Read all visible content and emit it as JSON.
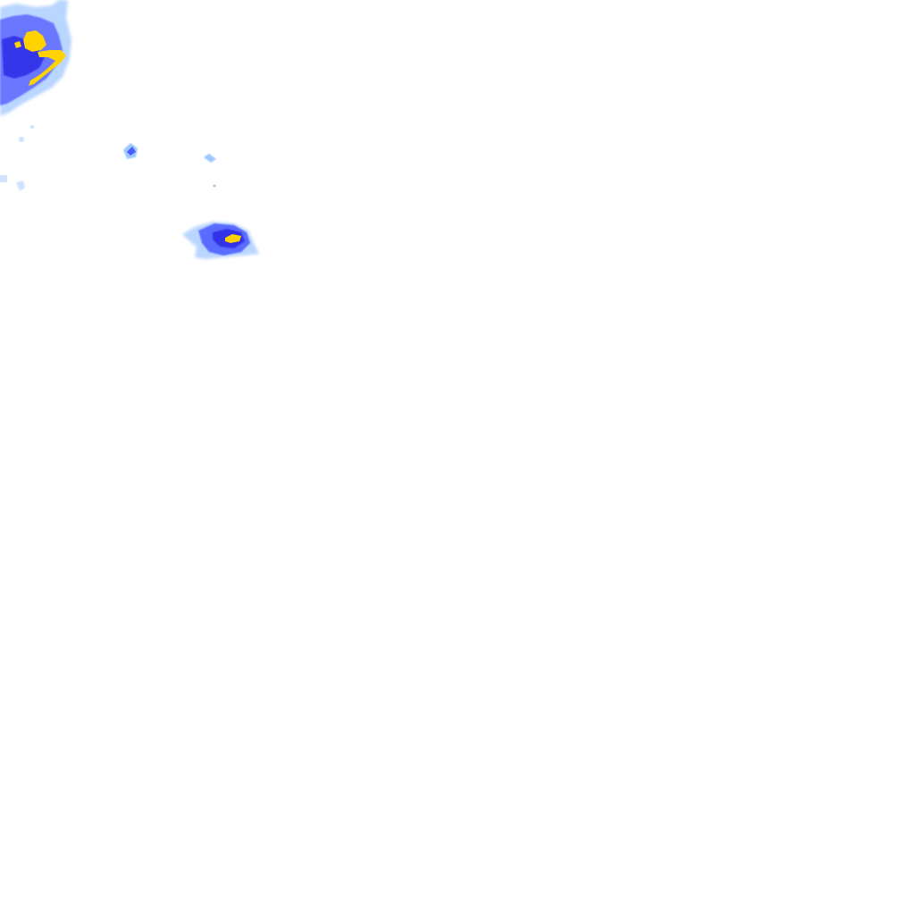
{
  "map": {
    "type": "precipitation-radar-tile",
    "background": "#ffffff",
    "colors": {
      "very_light": "#cfe3ff",
      "light": "#9cc8ff",
      "moderate": "#5a6cff",
      "heavy": "#2f2fe6",
      "very_heavy": "#ffd200",
      "extreme": "#ffb400"
    },
    "echoes": [
      {
        "name": "echo-cluster-northwest",
        "max_intensity": "very_heavy"
      },
      {
        "name": "echo-cell-small-1",
        "max_intensity": "moderate"
      },
      {
        "name": "echo-cell-small-2",
        "max_intensity": "light"
      },
      {
        "name": "echo-cell-central",
        "max_intensity": "very_heavy"
      }
    ]
  }
}
